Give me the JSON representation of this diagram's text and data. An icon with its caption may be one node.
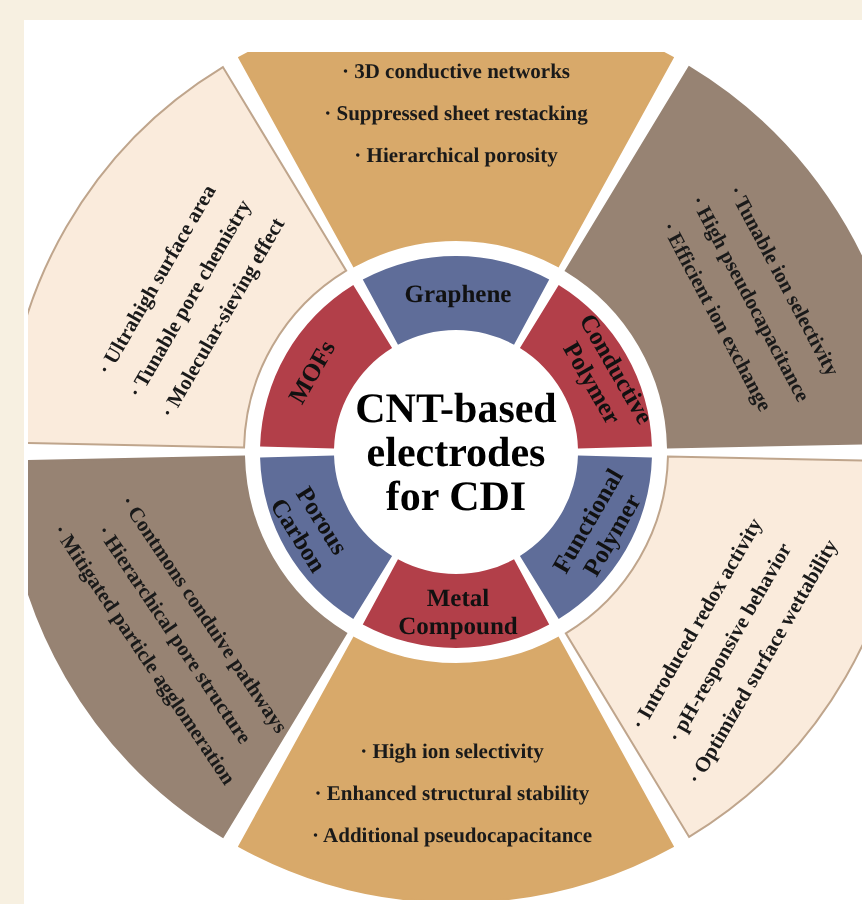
{
  "diagram": {
    "nodes": [
      {
        "text": [
          "CNT-based electrodes for CDI"
        ]
      },
      {
        "text": [
          "Graphene"
        ]
      },
      {
        "text": [
          "Conductive Polymer"
        ]
      },
      {
        "text": [
          "Functional Polymer"
        ]
      },
      {
        "text": [
          "Metal Compound"
        ]
      },
      {
        "text": [
          "Porous Carbon"
        ]
      },
      {
        "text": [
          "MOFs"
        ]
      },
      {
        "text": [
          "· 3D conductive networks",
          "· Suppressed sheet restacking",
          "· Hierarchical porosity"
        ]
      },
      {
        "text": [
          "· Tunable ion selectivity",
          "· High pseudocapacitance",
          "· Efficient ion exchange"
        ]
      },
      {
        "text": [
          "· Introduced redox activity",
          "· pH-responsive behavior",
          "· Optimized surface wettability"
        ]
      },
      {
        "text": [
          "· High ion selectivity",
          "· Enhanced structural stability",
          "· Additional pseudocapacitance"
        ]
      },
      {
        "text": [
          "· Contmons conduive pathways",
          "· Hierarchical pore structure",
          "· Mitigated particle agglomeration"
        ]
      },
      {
        "text": [
          "· Ultrahigh surface area",
          "· Tunable pore chemistry",
          "· Molecular-sieving effect"
        ]
      }
    ]
  }
}
